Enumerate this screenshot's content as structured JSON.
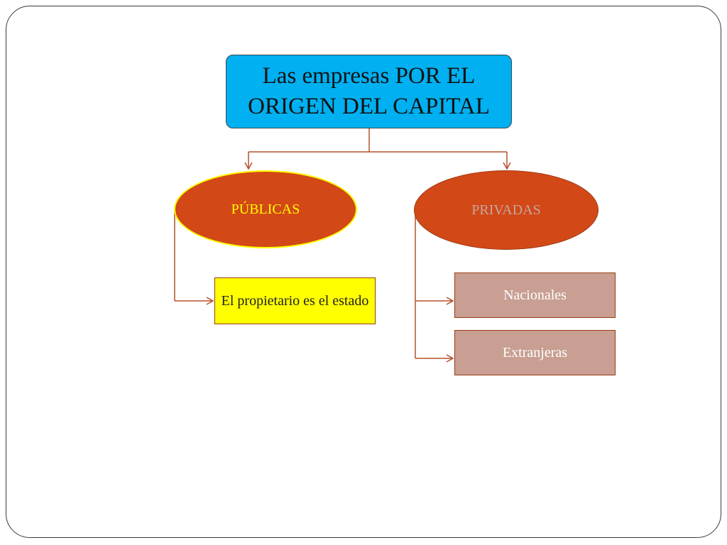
{
  "diagram": {
    "root": {
      "label": "Las empresas POR EL ORIGEN DEL CAPITAL",
      "color": "#00b0f0"
    },
    "branches": [
      {
        "label": "PÚBLICAS",
        "fill": "#d34817",
        "text_color": "#ffff00",
        "children": [
          {
            "label": "El propietario es el estado",
            "fill": "#ffff00"
          }
        ]
      },
      {
        "label": "PRIVADAS",
        "fill": "#d34817",
        "text_color": "#c4a7a0",
        "children": [
          {
            "label": "Nacionales",
            "fill": "#c89f92"
          },
          {
            "label": "Extranjeras",
            "fill": "#c89f92"
          }
        ]
      }
    ],
    "connector_color": "#b5502a"
  }
}
